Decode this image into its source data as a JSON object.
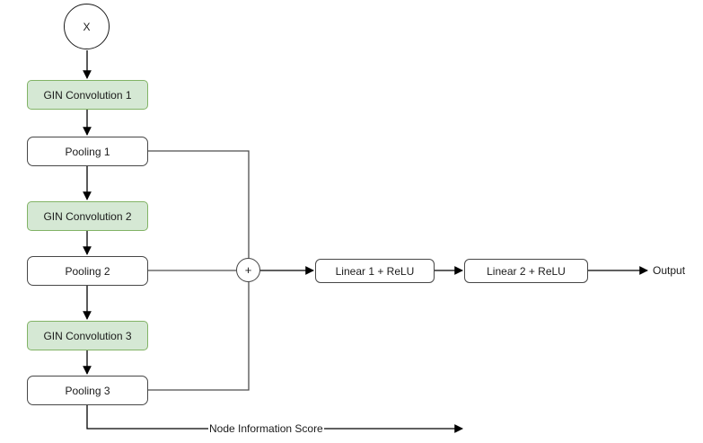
{
  "diagram": {
    "input_node": {
      "label": "X"
    },
    "layers": [
      {
        "label": "GIN Convolution 1",
        "type": "gin"
      },
      {
        "label": "Pooling 1",
        "type": "pooling"
      },
      {
        "label": "GIN Convolution 2",
        "type": "gin"
      },
      {
        "label": "Pooling 2",
        "type": "pooling"
      },
      {
        "label": "GIN Convolution 3",
        "type": "gin"
      },
      {
        "label": "Pooling 3",
        "type": "pooling"
      }
    ],
    "aggregator": {
      "label": "+"
    },
    "head": [
      {
        "label": "Linear 1 + ReLU"
      },
      {
        "label": "Linear 2 + ReLU"
      }
    ],
    "output_label": "Output",
    "score_label": "Node Information Score",
    "colors": {
      "gin_fill": "#d5e8d4",
      "gin_border": "#82b366",
      "box_fill": "#ffffff",
      "box_border": "#474747",
      "arrow": "#000000",
      "join_line": "#4d4d4d"
    }
  }
}
